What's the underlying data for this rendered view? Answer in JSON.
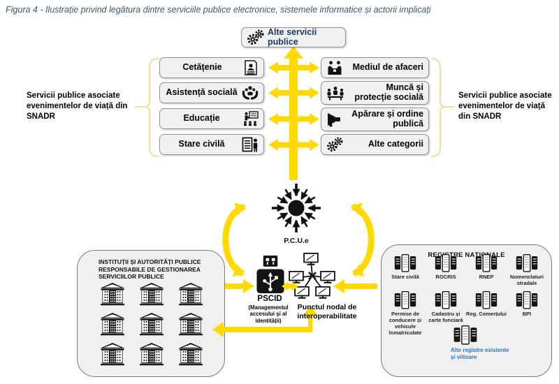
{
  "figure_title": "Figura 4 - Ilustrație privind legătura dintre serviciile publice electronice, sistemele informatice și actorii implicați",
  "top_service": {
    "label": "Alte servicii publice",
    "icon": "gears-icon"
  },
  "life_event_services": {
    "left": [
      {
        "label": "Cetățenie",
        "icon": "citizen-document-icon"
      },
      {
        "label": "Asistență socială",
        "icon": "caring-hands-icon"
      },
      {
        "label": "Educație",
        "icon": "education-presentation-icon"
      },
      {
        "label": "Stare civilă",
        "icon": "civil-status-list-icon"
      }
    ],
    "right": [
      {
        "label": "Mediul de afaceri",
        "icon": "business-people-icon"
      },
      {
        "label": "Muncă și protecție socială",
        "icon": "work-meeting-icon"
      },
      {
        "label": "Apărare și ordine publică",
        "icon": "megaphone-icon"
      },
      {
        "label": "Alte categorii",
        "icon": "gears-icon"
      }
    ],
    "left_note": "Servicii publice asociate evenimentelor de viață din SNADR",
    "right_note": "Servicii publice asociate evenimentelor de viață din SNADR"
  },
  "hub": {
    "label": "P.C.U.e",
    "icon": "hub-starburst-icon"
  },
  "institutions_panel": {
    "title": "INSTITUȚII ȘI AUTORITĂȚI PUBLICE RESPONSABILE DE GESTIONAREA SERVICIILOR PUBLICE",
    "building_count": 9
  },
  "pscid": {
    "label": "PSCID",
    "sublabel": "(Managementul accesului și al identității)",
    "icon": "usb-identity-icon"
  },
  "nodal": {
    "label": "Punctul nodal de interoperabilitate",
    "icon": "network-monitors-icon"
  },
  "registers_panel": {
    "title": "REGISTRE NAȚIONALE",
    "items": [
      "Stare civilă",
      "ROCRIS",
      "RNEP",
      "Nomenclaturi stradale",
      "Permise de conducere și vehicule înmatriculate",
      "Cadastru și carte funciară",
      "Reg. Comerțului",
      "BPI"
    ],
    "special_item": "Alte registre existente și viitoare"
  },
  "colors": {
    "arrow_yellow": "#FFD900",
    "brace_yellow": "#EDE0A3",
    "title_blue": "#44546A",
    "top_label_blue": "#1F3864",
    "special_blue": "#2E74B5",
    "box_fill": "#F1F1F1",
    "panel_fill": "#F0F0F0"
  }
}
